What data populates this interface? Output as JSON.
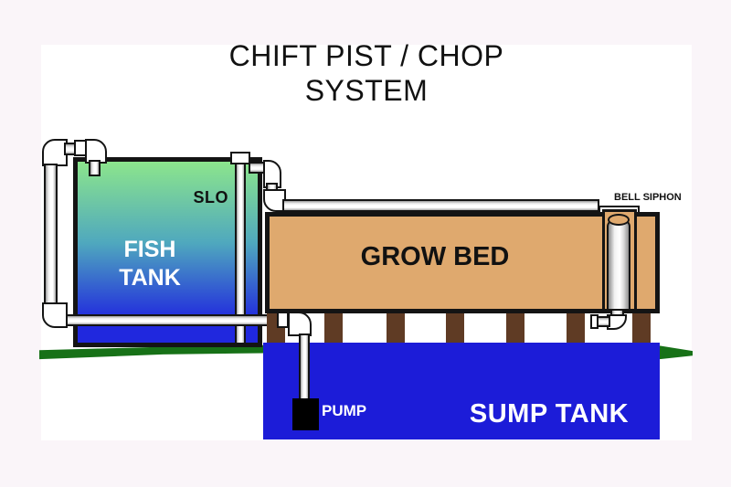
{
  "title": {
    "line1": "CHIFT PIST / CHOP",
    "line2": "SYSTEM"
  },
  "labels": {
    "fish_tank": {
      "line1": "FISH",
      "line2": "TANK"
    },
    "slo": "SLO",
    "grow_bed": "GROW BED",
    "bell_siphon": "BELL SIPHON",
    "sump_tank": "SUMP TANK",
    "pump": "PUMP"
  },
  "colors": {
    "page-bg": "#faf5f9",
    "canvas-bg": "#ffffff",
    "outline": "#141414",
    "fish-top": "#8ce58c",
    "fish-mid": "#4fa8be",
    "fish-bottom": "#2028de",
    "grow-bed": "#dfa96e",
    "sump-blue": "#1c1cd8",
    "leg-brown": "#5f3b24",
    "grass-green": "#177117",
    "pipe-white": "#ffffff",
    "pump-black": "#000000",
    "text-dark": "#111111",
    "text-light": "#ffffff"
  }
}
